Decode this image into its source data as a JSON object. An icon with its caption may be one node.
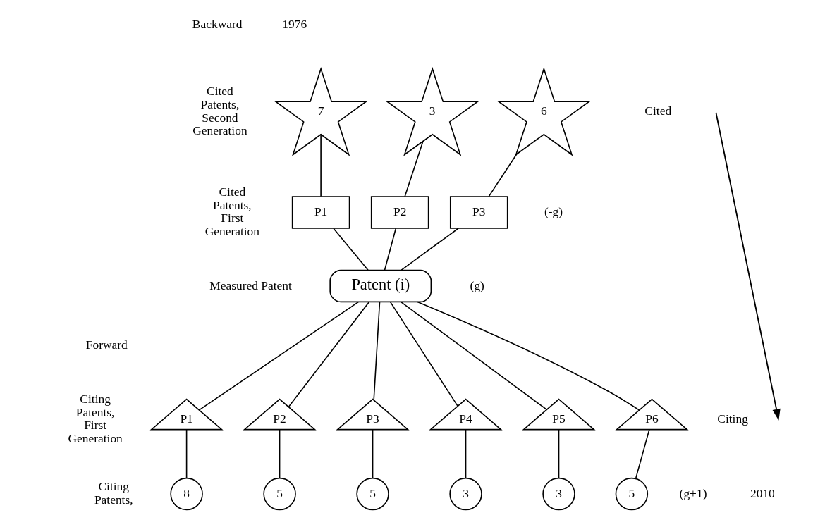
{
  "diagram": {
    "nodes": [
      {
        "text": [
          "7"
        ]
      },
      {
        "text": [
          "3"
        ]
      },
      {
        "text": [
          "6"
        ]
      },
      {
        "text": [
          "P1"
        ]
      },
      {
        "text": [
          "P2"
        ]
      },
      {
        "text": [
          "P3"
        ]
      },
      {
        "text": [
          "Patent (i)"
        ]
      },
      {
        "text": [
          "P1"
        ]
      },
      {
        "text": [
          "P2"
        ]
      },
      {
        "text": [
          "P3"
        ]
      },
      {
        "text": [
          "P4"
        ]
      },
      {
        "text": [
          "P5"
        ]
      },
      {
        "text": [
          "P6"
        ]
      },
      {
        "text": [
          "8"
        ]
      },
      {
        "text": [
          "5"
        ]
      },
      {
        "text": [
          "5"
        ]
      },
      {
        "text": [
          "3"
        ]
      },
      {
        "text": [
          "3"
        ]
      },
      {
        "text": [
          "5"
        ]
      }
    ],
    "edges": [
      {
        "from": 0,
        "to": 3,
        "arrow": "none"
      },
      {
        "from": 1,
        "to": 4,
        "arrow": "none"
      },
      {
        "from": 2,
        "to": 5,
        "arrow": "none"
      },
      {
        "from": 3,
        "to": 6,
        "arrow": "none"
      },
      {
        "from": 4,
        "to": 6,
        "arrow": "none"
      },
      {
        "from": 5,
        "to": 6,
        "arrow": "none"
      },
      {
        "from": 6,
        "to": 7,
        "arrow": "none"
      },
      {
        "from": 6,
        "to": 8,
        "arrow": "none"
      },
      {
        "from": 6,
        "to": 9,
        "arrow": "none"
      },
      {
        "from": 6,
        "to": 10,
        "arrow": "none"
      },
      {
        "from": 6,
        "to": 11,
        "arrow": "none"
      },
      {
        "from": 6,
        "to": 12,
        "arrow": "none"
      },
      {
        "from": 7,
        "to": 13,
        "arrow": "none"
      },
      {
        "from": 8,
        "to": 14,
        "arrow": "none"
      },
      {
        "from": 9,
        "to": 15,
        "arrow": "none"
      },
      {
        "from": 10,
        "to": 16,
        "arrow": "none"
      },
      {
        "from": 11,
        "to": 17,
        "arrow": "none"
      },
      {
        "from": 12,
        "to": 18,
        "arrow": "none"
      }
    ],
    "labels": [
      "Backward",
      "1976",
      "Cited Patents, Second Generation",
      "Cited",
      "Cited Patents, First Generation",
      "(-g)",
      "Measured Patent",
      "(g)",
      "Forward",
      "Citing Patents, First Generation",
      "Citing",
      "Citing Patents,",
      "(g+1)",
      "2010"
    ]
  }
}
